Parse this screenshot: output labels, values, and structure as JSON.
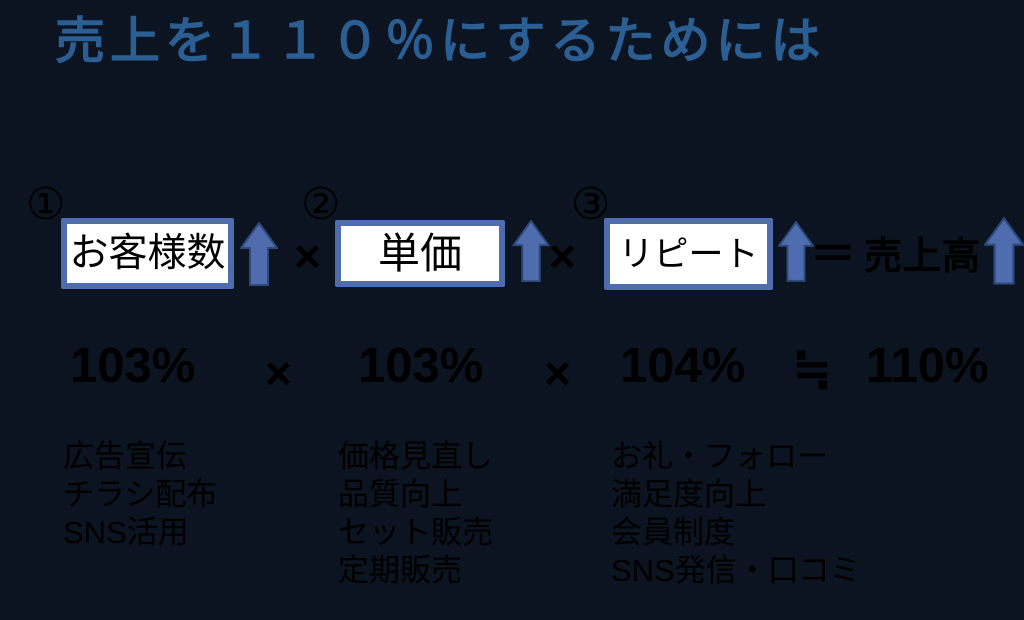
{
  "colors": {
    "background": "#0b1420",
    "title": "#2b5e93",
    "accent": "#4e6cae",
    "accent_dark": "#2e4a7c",
    "box_fill": "#ffffff",
    "ink": "#000000"
  },
  "title": "売上を１１０％にするためには",
  "operators": {
    "multiply": "×",
    "equals": "＝",
    "approx": "≒"
  },
  "factors": [
    {
      "number": "①",
      "label": "お客様数",
      "percent": "103%",
      "tactics": [
        "広告宣伝",
        "チラシ配布",
        "SNS活用"
      ]
    },
    {
      "number": "②",
      "label": "単価",
      "percent": "103%",
      "tactics": [
        "価格見直し",
        "品質向上",
        "セット販売",
        "定期販売"
      ]
    },
    {
      "number": "③",
      "label": "リピート",
      "percent": "104%",
      "tactics": [
        "お礼・フォロー",
        "満足度向上",
        "会員制度",
        "SNS発信・口コミ"
      ]
    }
  ],
  "result": {
    "label": "売上高",
    "percent": "110%"
  },
  "icons": {
    "up_arrow": "block up arrow"
  }
}
